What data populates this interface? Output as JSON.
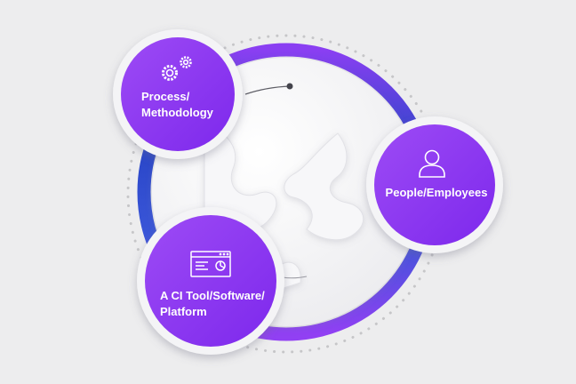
{
  "colors": {
    "background": "#ededee",
    "purple": "#8a2ff0",
    "purple_light": "#9e4cf5",
    "ring_blue": "#2a46c8",
    "ring_violet": "#8f3ff4",
    "node_shell": "#f4f4f6",
    "dots": "#c6c6c8",
    "inner_line": "#5e5e66"
  },
  "nodes": [
    {
      "id": "process",
      "label": "Process/\nMethodology",
      "icon": "gears-icon"
    },
    {
      "id": "people",
      "label": "People/Employees",
      "icon": "person-icon"
    },
    {
      "id": "platform",
      "label": "A CI Tool/Software/\nPlatform",
      "icon": "software-window-icon"
    }
  ]
}
